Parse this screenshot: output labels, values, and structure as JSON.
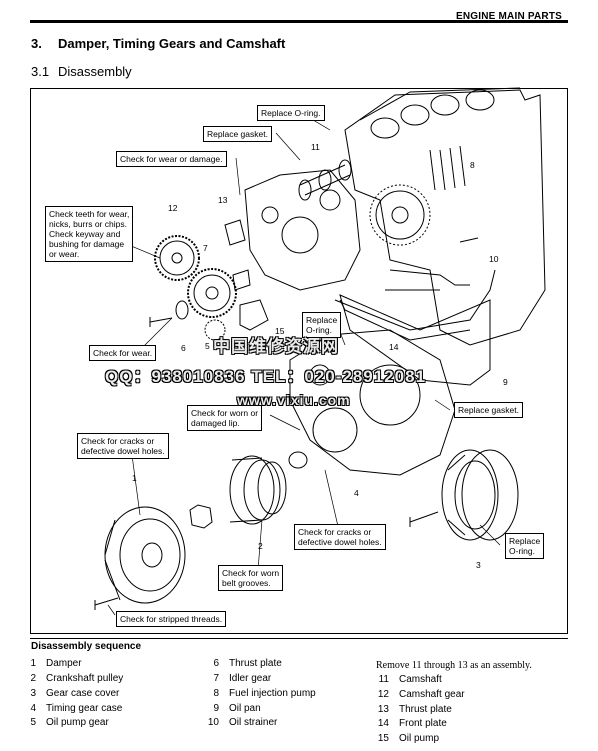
{
  "header": {
    "title": "ENGINE MAIN PARTS"
  },
  "section": {
    "number": "3.",
    "title": "Damper, Timing Gears and Camshaft"
  },
  "subsection": {
    "number": "3.1",
    "title": "Disassembly"
  },
  "callouts": {
    "replace_oring_top": "Replace O-ring.",
    "replace_gasket_top": "Replace gasket.",
    "check_wear_damage": "Check for wear or damage.",
    "check_teeth": "Check teeth for wear,\nnicks, burrs or chips.\nCheck keyway and\nbushing for damage\nor wear.",
    "check_wear": "Check for wear.",
    "replace_oring_mid": "Replace\nO-ring.",
    "check_worn_lip": "Check for worn or\ndamaged lip.",
    "replace_gasket_right": "Replace gasket.",
    "check_cracks_left": "Check for cracks or\ndefective dowel holes.",
    "check_cracks_mid": "Check for cracks or\ndefective dowel holes.",
    "replace_oring_right": "Replace\nO-ring.",
    "check_worn_belt": "Check for worn\nbelt grooves.",
    "check_stripped": "Check for stripped threads."
  },
  "part_numbers": [
    "11",
    "8",
    "12",
    "13",
    "7",
    "10",
    "5",
    "6",
    "15",
    "14",
    "9",
    "1",
    "4",
    "2",
    "3"
  ],
  "watermark": {
    "line1": "中国维修资源网",
    "line2": "QQ：938010836  TEL：020-28912081",
    "line3": "www.vixiu.com"
  },
  "sequence": {
    "title": "Disassembly sequence",
    "col1": [
      {
        "n": "1",
        "label": "Damper"
      },
      {
        "n": "2",
        "label": "Crankshaft pulley"
      },
      {
        "n": "3",
        "label": "Gear case cover"
      },
      {
        "n": "4",
        "label": "Timing gear case"
      },
      {
        "n": "5",
        "label": "Oil pump gear"
      }
    ],
    "col2": [
      {
        "n": "6",
        "label": "Thrust plate"
      },
      {
        "n": "7",
        "label": "Idler gear"
      },
      {
        "n": "8",
        "label": "Fuel injection pump"
      },
      {
        "n": "9",
        "label": "Oil pan"
      },
      {
        "n": "10",
        "label": "Oil strainer"
      }
    ],
    "note": "Remove 11 through 13 as an assembly.",
    "col3": [
      {
        "n": "11",
        "label": "Camshaft"
      },
      {
        "n": "12",
        "label": "Camshaft gear"
      },
      {
        "n": "13",
        "label": "Thrust plate"
      },
      {
        "n": "14",
        "label": "Front plate"
      },
      {
        "n": "15",
        "label": "Oil pump"
      }
    ]
  }
}
